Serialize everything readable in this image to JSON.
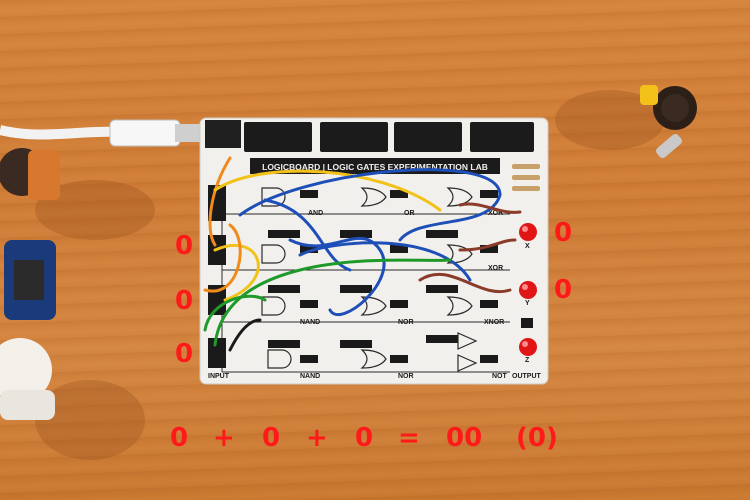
{
  "board": {
    "title": "LOGICBOARD | LOGIC GATES EXPERIMENTATION LAB",
    "gate_labels": {
      "and": "AND",
      "or": "OR",
      "xor_top": "XOR",
      "xor_mid": "XOR",
      "nand_mid": "NAND",
      "nor_mid": "NOR",
      "xnor": "XNOR",
      "nand_bot": "NAND",
      "nor_bot": "NOR",
      "not": "NOT",
      "input": "INPUT",
      "output": "OUTPUT",
      "led_x": "X",
      "led_y": "Y",
      "led_z": "Z"
    }
  },
  "inputs": {
    "a": "0",
    "b": "0",
    "c": "0"
  },
  "outputs": {
    "x": "0",
    "y": "0"
  },
  "equation": {
    "a": "0",
    "plus1": "+",
    "b": "0",
    "plus2": "+",
    "c": "0",
    "equals": "=",
    "binary": "00",
    "decimal": "(0)"
  },
  "colors": {
    "wood": "#d07e38",
    "board": "#f2f0ec",
    "overlay_text": "#ff1a1a",
    "led": "#e01515",
    "wire_orange": "#f08a1a",
    "wire_yellow": "#f2c21a",
    "wire_blue": "#1e4fb8",
    "wire_green": "#1f9a2a",
    "wire_brown": "#8a3b2a"
  }
}
